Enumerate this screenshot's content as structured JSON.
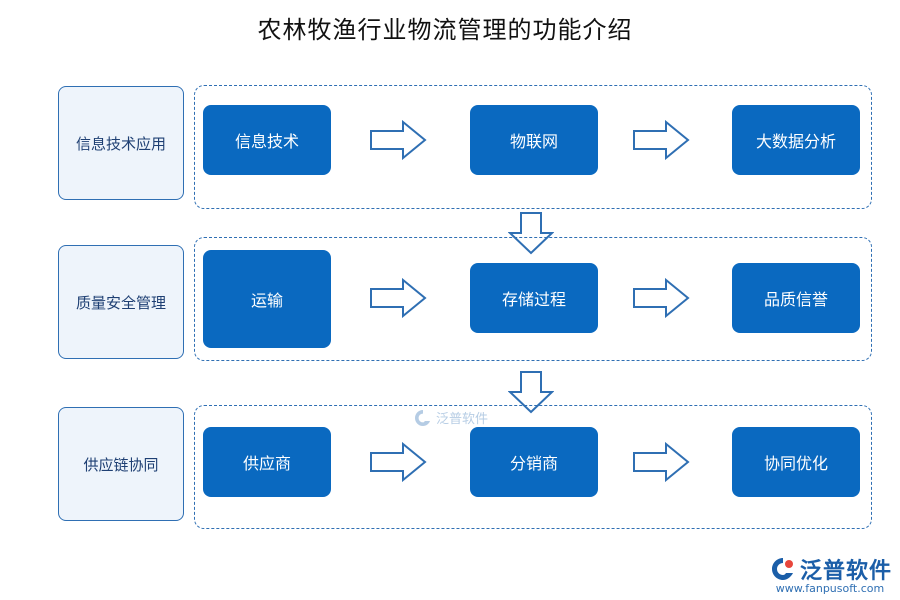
{
  "title": "农林牧渔行业物流管理的功能介绍",
  "rows": [
    {
      "label": "信息技术应用",
      "nodes": [
        "信息技术",
        "物联网",
        "大数据分析"
      ]
    },
    {
      "label": "质量安全管理",
      "nodes": [
        "运输",
        "存储过程",
        "品质信誉"
      ]
    },
    {
      "label": "供应链协同",
      "nodes": [
        "供应商",
        "分销商",
        "协同优化"
      ]
    }
  ],
  "watermark": "泛普软件",
  "logo": {
    "name": "泛普软件",
    "url": "www.fanpusoft.com"
  },
  "colors": {
    "node_fill": "#0a69c0",
    "border": "#2f6fb3",
    "label_fill": "#eef4fb"
  }
}
